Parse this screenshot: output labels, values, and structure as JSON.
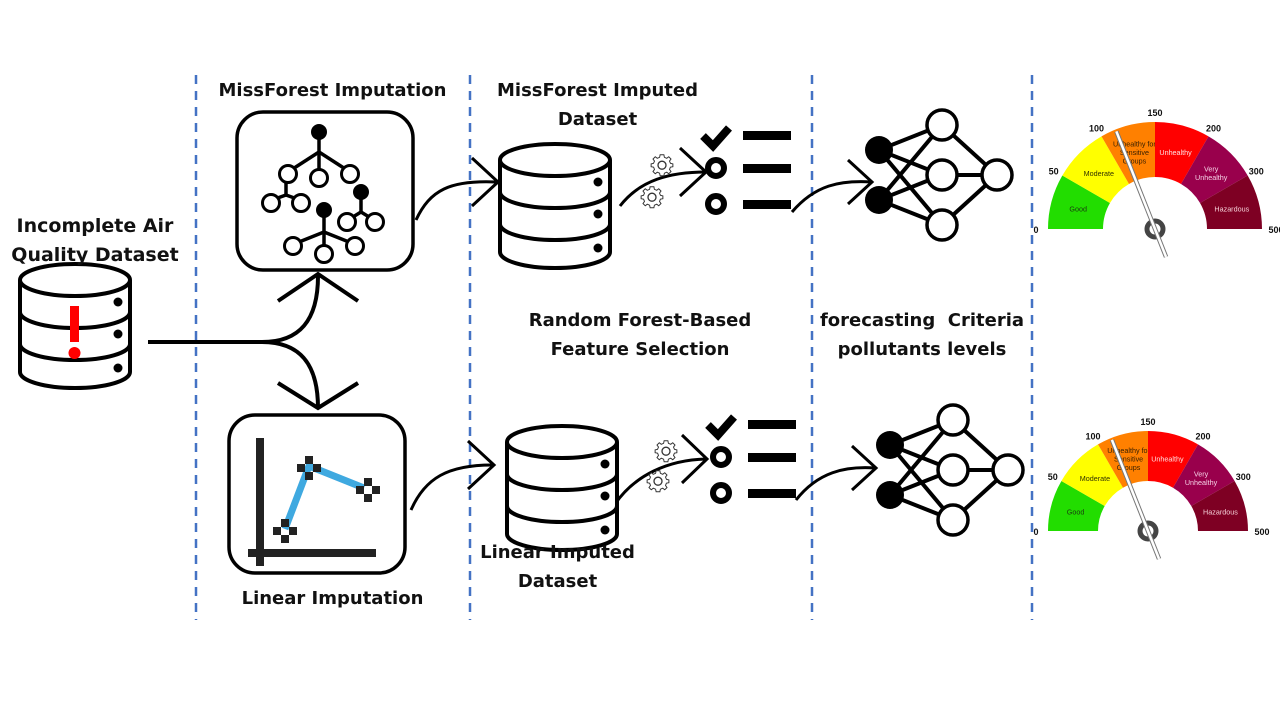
{
  "title": "Air quality imputation and forecasting pipeline",
  "labels": {
    "incomplete_dataset_line1": "Incomplete Air",
    "incomplete_dataset_line2": "Quality Dataset",
    "missforest_imputation": "MissForest Imputation",
    "linear_imputation": "Linear Imputation",
    "missforest_imputed_line1": "MissForest Imputed",
    "missforest_imputed_line2": "Dataset",
    "linear_imputed_line1": "Linear Imputed",
    "linear_imputed_line2": "Dataset",
    "feature_selection_line1": "Random Forest-Based",
    "feature_selection_line2": "Feature Selection",
    "forecasting_line1": "forecasting  Criteria",
    "forecasting_line2": "pollutants levels"
  },
  "icons": {
    "incomplete_db": "database-warning-icon",
    "missforest": "decision-tree-forest-icon",
    "linear": "line-chart-icon",
    "imputed_db": "database-icon",
    "gears": "gears-icon",
    "feature_list": "checklist-icon",
    "neural_net": "neural-network-icon",
    "aqi_gauge": "aqi-gauge-icon"
  },
  "colors": {
    "divider": "#4472c4",
    "stroke": "#000000",
    "warning": "#ff0000",
    "line_series": "#3fa9e0"
  },
  "aqi_gauge": {
    "ticks": [
      "0",
      "50",
      "100",
      "150",
      "200",
      "300",
      "500"
    ],
    "segments": [
      {
        "label": "Good",
        "color": "#22dd00",
        "text_color": "#1a3a10"
      },
      {
        "label": "Moderate",
        "color": "#ffff00",
        "text_color": "#333300"
      },
      {
        "label": "Unhealthy for Sensitive Groups",
        "lines": [
          "Unhealthy for",
          "Sensitive",
          "Groups"
        ],
        "color": "#ff8000",
        "text_color": "#3a2000"
      },
      {
        "label": "Unhealthy",
        "color": "#ff0000",
        "text_color": "#ffe0e0"
      },
      {
        "label": "Very Unhealthy",
        "lines": [
          "Very",
          "Unhealthy"
        ],
        "color": "#99004c",
        "text_color": "#f5d0e6"
      },
      {
        "label": "Hazardous",
        "color": "#7e0023",
        "text_color": "#f5d0d8"
      }
    ],
    "needle_segment_fraction": 0.28
  }
}
